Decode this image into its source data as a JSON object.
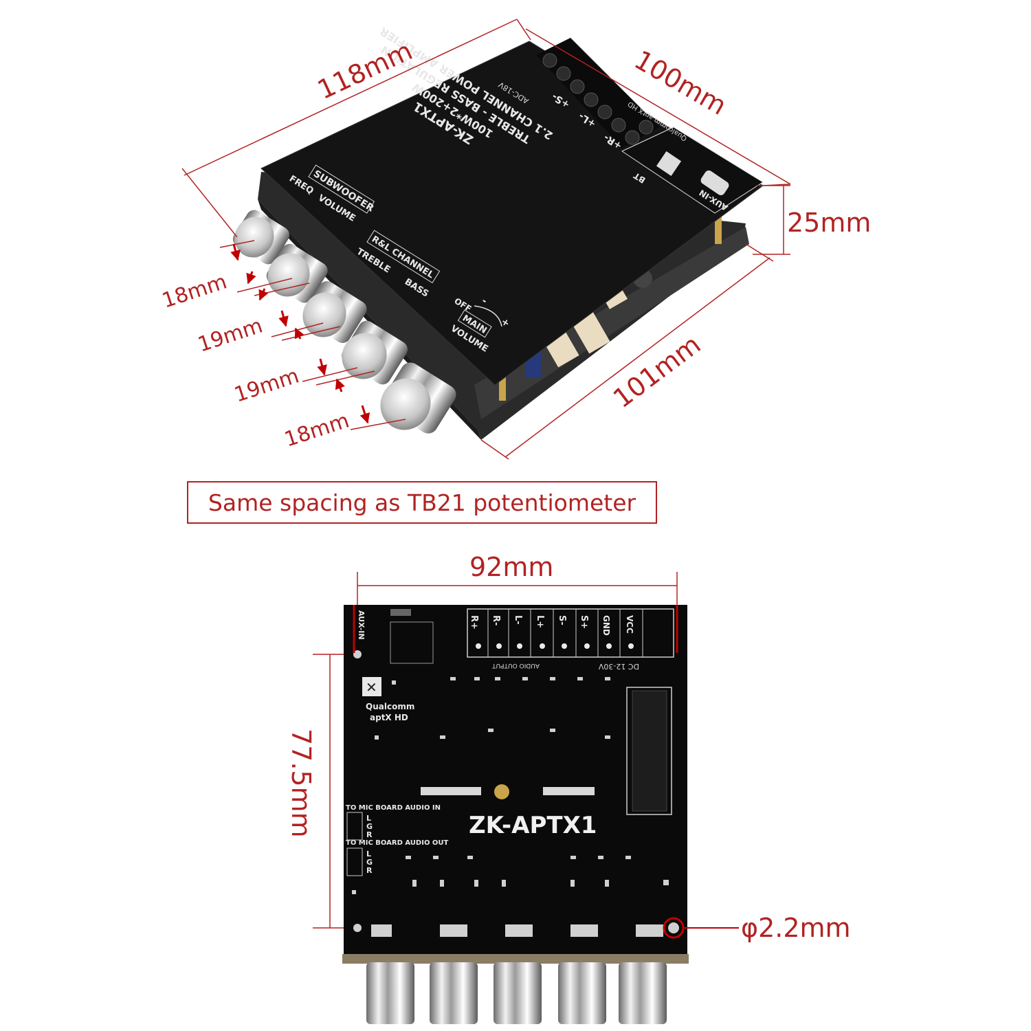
{
  "top_view": {
    "dimensions": {
      "length": "118mm",
      "width": "100mm",
      "height": "25mm",
      "depth": "101mm",
      "knob_gaps": [
        "18mm",
        "19mm",
        "19mm",
        "18mm"
      ]
    },
    "board": {
      "model": "ZK-APTX1",
      "power": "100W*2+200W",
      "line1": "TREBLE - BASS REGULATION",
      "line2": "2.1 CHANNEL POWER AMPLIFIER",
      "dc_label": "ADC-18V",
      "terminals": [
        "+S-",
        "+L-",
        "+R-"
      ],
      "qualcomm": "Qualcomm aptX HD",
      "bt": "BT",
      "aux_in": "AUX-IN",
      "sub_label": "SUBWOOFER",
      "freq": "FREQ",
      "volume": "VOLUME",
      "rl_label": "R&L CHANNEL",
      "treble": "TREBLE",
      "bass": "BASS",
      "off": "OFF",
      "main": "MAIN",
      "main_volume": "VOLUME",
      "minus": "-",
      "plus": "+"
    }
  },
  "note": "Same spacing as TB21 potentiometer",
  "bottom_view": {
    "dimensions": {
      "width": "92mm",
      "height": "77.5mm",
      "hole": "φ2.2mm"
    },
    "board": {
      "model": "ZK-APTX1",
      "aux_in": "AUX-IN",
      "qualcomm_1": "Qualcomm",
      "qualcomm_2": "aptX HD",
      "terminals": [
        "R+",
        "R-",
        "L-",
        "L+",
        "S-",
        "S+",
        "GND",
        "VCC"
      ],
      "audio_output": "AUDIO OUTPUT",
      "dc_input": "DC 12-30V",
      "mic_in": "TO MIC BOARD AUDIO IN",
      "mic_out": "TO MIC BOARD AUDIO OUT",
      "lg": [
        "L",
        "G",
        "R"
      ]
    }
  }
}
